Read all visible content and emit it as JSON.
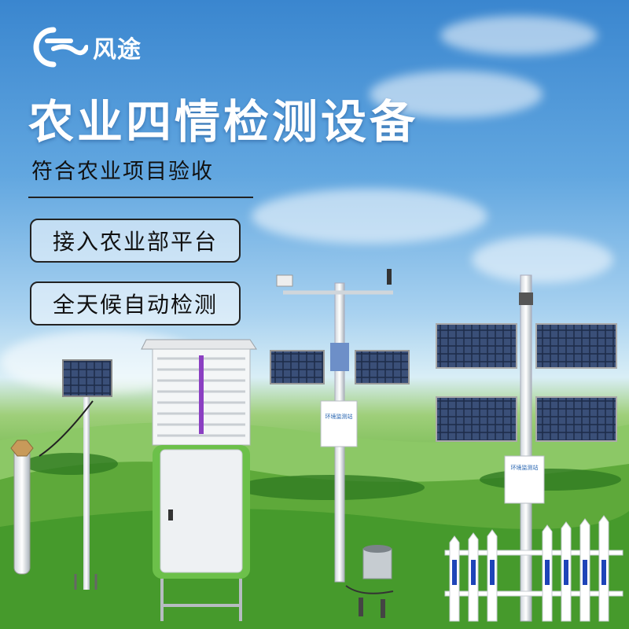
{
  "brand": {
    "name": "风途",
    "accent": "#ffffff"
  },
  "headline": {
    "title": "农业四情检测设备",
    "subtitle": "符合农业项目验收"
  },
  "features": [
    {
      "label": "接入农业部平台"
    },
    {
      "label": "全天候自动检测"
    }
  ],
  "equipment": {
    "station_label": "环境监测站",
    "items": [
      "soil-sensor",
      "solar-pole",
      "insect-trap",
      "weather-station",
      "rain-gauge",
      "dual-solar-station",
      "fence"
    ]
  },
  "colors": {
    "sky_top": "#3a86cf",
    "grass": "#4fa032",
    "trap_green": "#6cc04a"
  }
}
